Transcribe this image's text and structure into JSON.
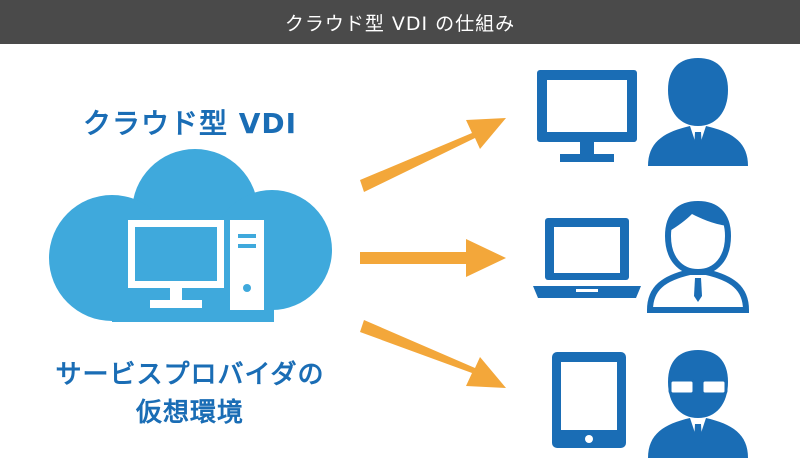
{
  "header": {
    "title": "クラウド型 VDI の仕組み"
  },
  "cloud": {
    "title": "クラウド型 VDI",
    "caption_line1": "サービスプロバイダの",
    "caption_line2": "仮想環境"
  },
  "colors": {
    "header_bg": "#4a4a4a",
    "cloud": "#3fa9dc",
    "device": "#1a6db5",
    "arrow": "#f3a73a"
  },
  "endpoints": [
    {
      "device_icon": "desktop-monitor-icon",
      "user_icon": "user-icon"
    },
    {
      "device_icon": "laptop-icon",
      "user_icon": "user-outline-icon"
    },
    {
      "device_icon": "tablet-icon",
      "user_icon": "user-glasses-icon"
    }
  ]
}
